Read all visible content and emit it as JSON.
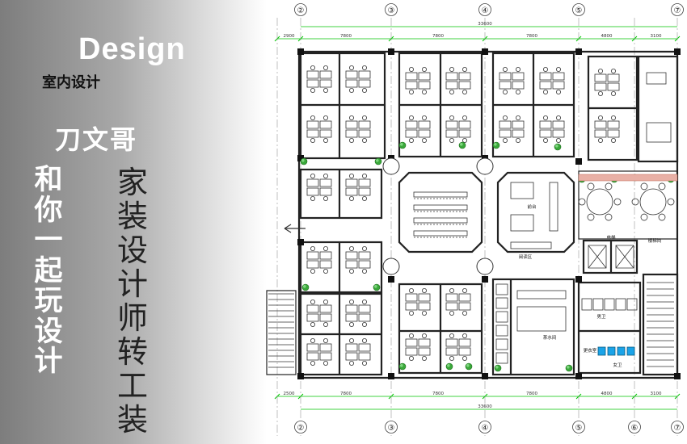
{
  "heading": {
    "english": "Design",
    "chinese": "室内设计"
  },
  "author": "刀文哥",
  "slogan_left": "和你一起玩设计",
  "slogan_right": "家装设计师转工装",
  "plan": {
    "axis_top": [
      "②",
      "③",
      "④",
      "⑤",
      "⑦"
    ],
    "axis_bottom": [
      "②",
      "③",
      "④",
      "⑤",
      "⑥",
      "⑦"
    ],
    "dims_top": [
      "2900",
      "7800",
      "7800",
      "7800",
      "4800",
      "3100"
    ],
    "dims_bottom": [
      "2500",
      "7800",
      "7800",
      "7800",
      "4800",
      "3100"
    ],
    "total_top": "33600",
    "total_bottom": "33600",
    "rooms": [
      "前台",
      "茶水间",
      "更衣室",
      "男卫",
      "女卫",
      "阅读区",
      "电梯",
      "楼梯间"
    ]
  },
  "colors": {
    "accent_green": "#00c400",
    "wall": "#222222",
    "dim": "#7fd17f"
  }
}
